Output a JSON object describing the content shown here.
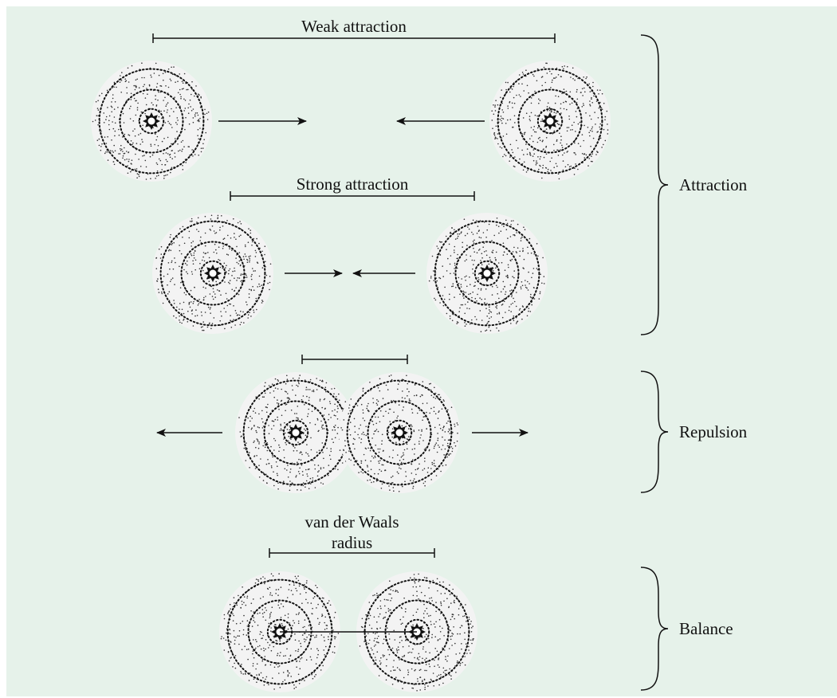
{
  "diagram": {
    "rows": [
      {
        "id": "weak",
        "label": "Weak attraction",
        "label_lines": [
          "Weak attraction"
        ],
        "arrows": "inward",
        "bond_line": false
      },
      {
        "id": "strong",
        "label": "Strong attraction",
        "label_lines": [
          "Strong attraction"
        ],
        "arrows": "inward",
        "bond_line": false
      },
      {
        "id": "repulsion",
        "label": "",
        "label_lines": [],
        "arrows": "outward",
        "bond_line": false
      },
      {
        "id": "balance",
        "label": "van der Waals radius",
        "label_lines": [
          "van der Waals",
          "radius"
        ],
        "arrows": "none",
        "bond_line": true
      }
    ],
    "groups": [
      {
        "id": "attraction",
        "label": "Attraction",
        "spans_rows": [
          "weak",
          "strong"
        ]
      },
      {
        "id": "repulsion",
        "label": "Repulsion",
        "spans_rows": [
          "repulsion"
        ]
      },
      {
        "id": "balance",
        "label": "Balance",
        "spans_rows": [
          "balance"
        ]
      }
    ],
    "colors": {
      "background": "#e6f2ea",
      "atom_fill": "#f3f3f3",
      "ink": "#111111"
    }
  }
}
